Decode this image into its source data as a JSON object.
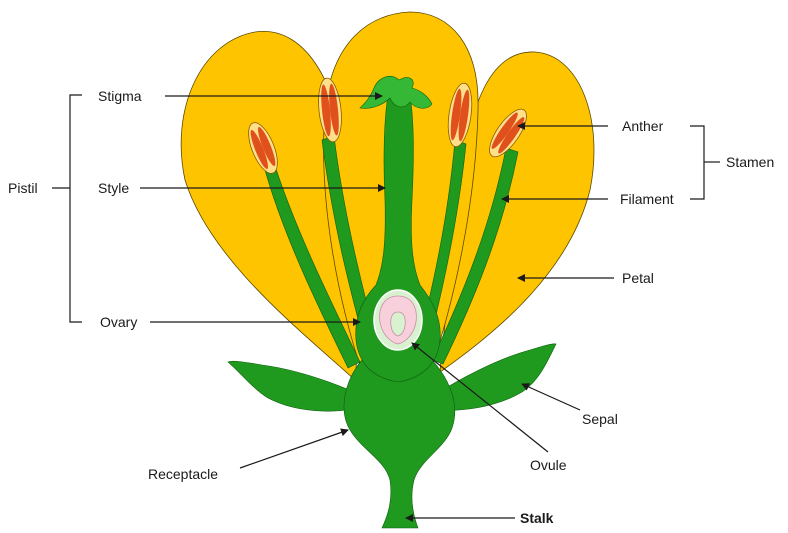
{
  "colors": {
    "petal": "#FFC400",
    "green": "#1F9A1F",
    "green_light": "#35B835",
    "anther": "#E0501C",
    "anther_rim": "#FFE08A",
    "ovule": "#F7D0DC",
    "ovary_wall": "#D8F2D0",
    "line": "#1a1a1a"
  },
  "labels": {
    "stigma": "Stigma",
    "style": "Style",
    "ovary": "Ovary",
    "pistil": "Pistil",
    "anther": "Anther",
    "filament": "Filament",
    "stamen": "Stamen",
    "petal": "Petal",
    "sepal": "Sepal",
    "ovule": "Ovule",
    "receptacle": "Receptacle",
    "stalk": "Stalk"
  }
}
